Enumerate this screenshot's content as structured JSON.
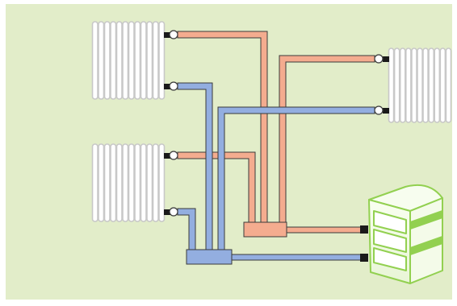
{
  "diagram": {
    "type": "heating-system-schematic",
    "components": {
      "radiators": [
        {
          "id": "radiator-top-left",
          "icon": "radiator-icon"
        },
        {
          "id": "radiator-bottom-left",
          "icon": "radiator-icon"
        },
        {
          "id": "radiator-right",
          "icon": "radiator-icon"
        }
      ],
      "manifolds": [
        {
          "id": "supply-manifold",
          "circuit": "supply"
        },
        {
          "id": "return-manifold",
          "circuit": "return"
        }
      ],
      "boiler": {
        "id": "boiler",
        "icon": "boiler-icon"
      }
    },
    "colors": {
      "background": "#e2edc9",
      "frame": "#ffffff",
      "supply_pipe": "#f4ac8f",
      "return_pipe": "#93aee0",
      "pipe_outline": "#3a3a3a",
      "radiator": "#c8c8c8",
      "boiler_body": "#ffffff",
      "boiler_accent": "#92d050"
    }
  }
}
